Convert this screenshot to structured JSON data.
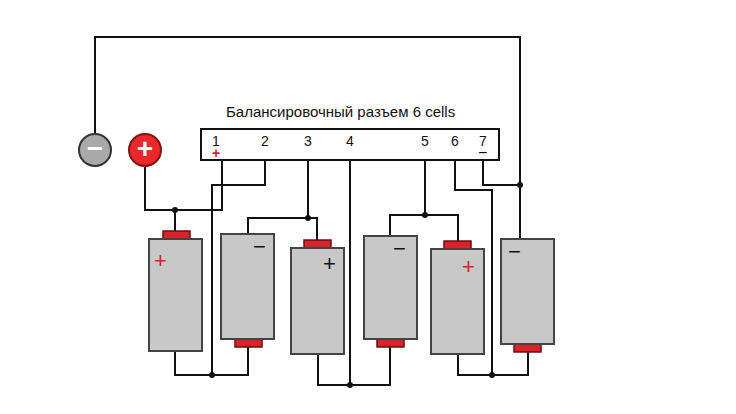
{
  "diagram": {
    "nodes": [
      {
        "text": [
          "Балансировочный разъем 6 cells"
        ]
      },
      {
        "text": [
          "−"
        ]
      },
      {
        "text": [
          "+"
        ]
      },
      {
        "text": [
          "+"
        ]
      },
      {
        "text": [
          "−"
        ]
      },
      {
        "text": [
          "+"
        ]
      },
      {
        "text": [
          "−"
        ]
      },
      {
        "text": [
          "+"
        ]
      },
      {
        "text": [
          "−"
        ]
      }
    ],
    "edges": [
      {
        "from": 1,
        "to": 8,
        "arrow": "none"
      },
      {
        "from": 2,
        "to": 3,
        "arrow": "none"
      },
      {
        "from": 0,
        "to": 3,
        "arrow": "none"
      },
      {
        "from": 0,
        "to": 8,
        "arrow": "none"
      },
      {
        "from": 3,
        "to": 4,
        "arrow": "none"
      },
      {
        "from": 0,
        "to": 4,
        "arrow": "none"
      },
      {
        "from": 4,
        "to": 5,
        "arrow": "none"
      },
      {
        "from": 0,
        "to": 5,
        "arrow": "none"
      },
      {
        "from": 5,
        "to": 6,
        "arrow": "none"
      },
      {
        "from": 0,
        "to": 6,
        "arrow": "none"
      },
      {
        "from": 6,
        "to": 7,
        "arrow": "none"
      },
      {
        "from": 0,
        "to": 7,
        "arrow": "none"
      },
      {
        "from": 7,
        "to": 8,
        "arrow": "none"
      },
      {
        "from": 0,
        "to": 8,
        "arrow": "none"
      }
    ],
    "labels": [
      "1",
      "+",
      "2",
      "3",
      "4",
      "5",
      "6",
      "7",
      "−"
    ]
  }
}
